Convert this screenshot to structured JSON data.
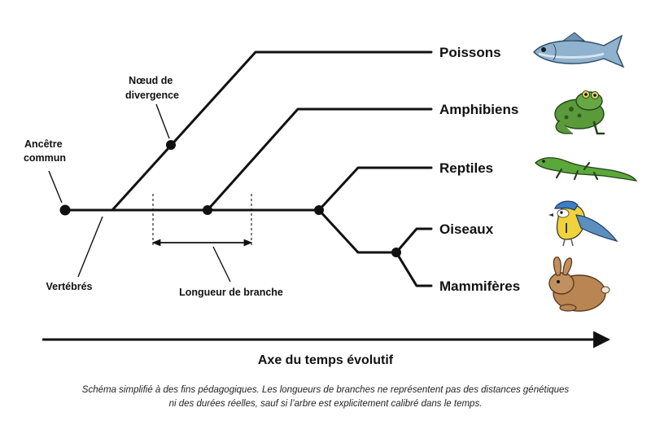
{
  "labels": {
    "ancestor_line1": "Ancêtre",
    "ancestor_line2": "commun",
    "node_line1": "Nœud de",
    "node_line2": "divergence",
    "vertebrates": "Vertébrés",
    "branch_length": "Longueur de branche",
    "axis": "Axe du temps évolutif"
  },
  "taxa": [
    {
      "name": "Poissons",
      "icon": "fish-icon"
    },
    {
      "name": "Amphibiens",
      "icon": "frog-icon"
    },
    {
      "name": "Reptiles",
      "icon": "lizard-icon"
    },
    {
      "name": "Oiseaux",
      "icon": "bird-icon"
    },
    {
      "name": "Mammifères",
      "icon": "rabbit-icon"
    }
  ],
  "caption": {
    "line1": "Schéma simplifié à des fins pédagogiques. Les longueurs de branches ne représentent pas des distances génétiques",
    "line2": "ni des durées réelles, sauf si l’arbre est explicitement calibré dans le temps."
  },
  "colors": {
    "line": "#111111",
    "fish": "#7fa6c6",
    "frog": "#5a9a3a",
    "lizard": "#5aa83a",
    "bird_yellow": "#f0d23a",
    "bird_blue": "#3d7fc2",
    "rabbit": "#b98552"
  }
}
